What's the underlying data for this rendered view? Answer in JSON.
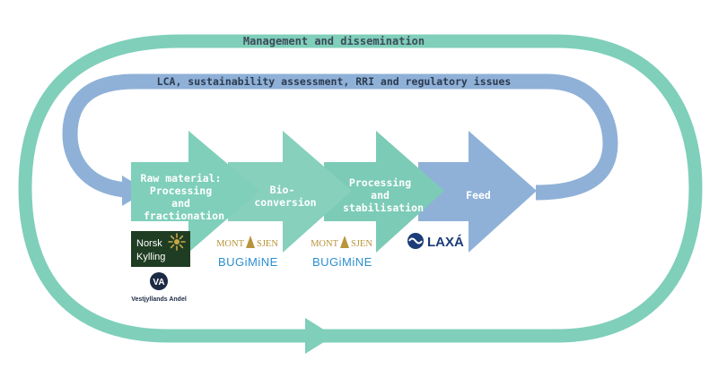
{
  "colors": {
    "outer_loop": "#7fcfba",
    "inner_loop": "#8fb1d8",
    "arrow_teal_1": "#7fcfba",
    "arrow_teal_2": "#86d0bc",
    "arrow_teal_3": "#7ccbb6",
    "arrow_blue": "#8fb1d8",
    "label_text": "#ffffff",
    "norsk_bg": "#1f3d22",
    "norsk_gold": "#c7a94a",
    "montasjen_gold": "#b8953a",
    "bugimine_blue": "#2c8fd0",
    "laxa_navy": "#1c3c78"
  },
  "outer_loop": {
    "label": "Management and dissemination"
  },
  "inner_loop": {
    "label": "LCA, sustainability assessment, RRI and regulatory issues"
  },
  "steps": [
    {
      "lines": [
        "Raw material:",
        "Processing",
        "and",
        "fractionation"
      ]
    },
    {
      "lines": [
        "Bio-",
        "conversion"
      ]
    },
    {
      "lines": [
        "Processing",
        "and",
        "stabilisation"
      ]
    },
    {
      "lines": [
        "Feed"
      ]
    }
  ],
  "logos": {
    "norsk_kylling": {
      "line1": "Norsk",
      "line2": "Kylling",
      "icon": "starburst-icon"
    },
    "vestjyllands": {
      "mark": "VA",
      "text": "Vestjyllands Andel"
    },
    "montasjen_1": {
      "left": "MONT",
      "right": "SJEN",
      "icon": "tower-icon"
    },
    "bugimine_1": {
      "text": "BUGiMiNE"
    },
    "montasjen_2": {
      "left": "MONT",
      "right": "SJEN",
      "icon": "tower-icon"
    },
    "bugimine_2": {
      "text": "BUGiMiNE"
    },
    "laxa": {
      "text": "LAXÁ",
      "icon": "laxa-emblem-icon"
    }
  }
}
